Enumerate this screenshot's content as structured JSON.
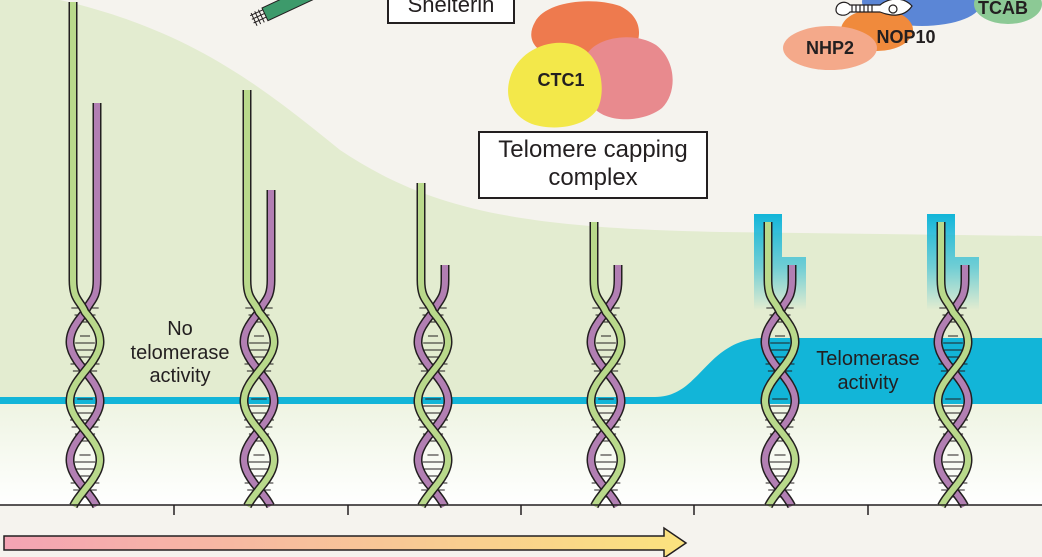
{
  "labels": {
    "shelterin": "Shelterin",
    "ctc1": "CTC1",
    "capping_complex": "Telomere capping complex",
    "nhp2": "NHP2",
    "nop10": "NOP10",
    "tcab": "TCAB",
    "no_telomerase_activity": "No telomerase activity",
    "telomerase_activity": "Telomerase activity"
  },
  "colors": {
    "background": "#f5f3ee",
    "green_region": "#e3ecd0",
    "telomerase_band": "#12b5d8",
    "strand_green": "#b9d98b",
    "strand_purple": "#b27fb3",
    "outline": "#231f20",
    "ctc1": "#f3e84a",
    "capping_red": "#e88a8e",
    "capping_orange": "#ee7a4e",
    "nhp2": "#f4a98a",
    "nop10": "#f08a3c",
    "dyskerin_blue": "#5b86d6",
    "tcab": "#8cc995",
    "arrow_start": "#f4a3b4",
    "arrow_end": "#fbe37e"
  },
  "icons": [
    "shelterin-protein-icon",
    "telomerase-rna-hairpin-icon"
  ]
}
